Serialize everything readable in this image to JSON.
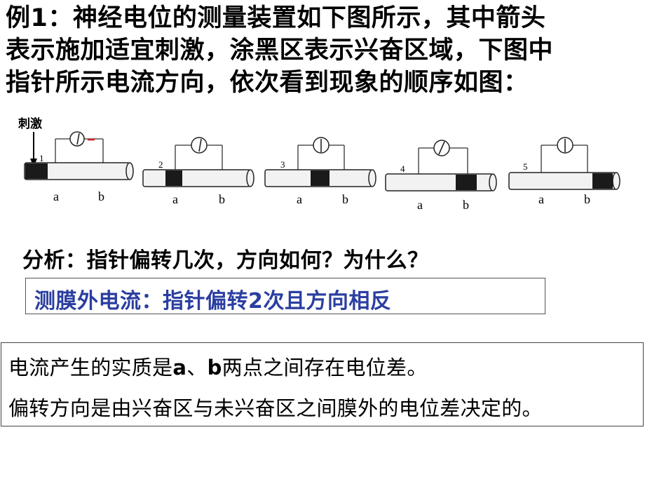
{
  "title": {
    "line1": "例1：神经电位的测量装置如下图所示，其中箭头",
    "line2": "表示施加适宜刺激，涂黑区表示兴奋区域，下图中",
    "line3": "指针所示电流方向，依次看到现象的顺序如图："
  },
  "figure": {
    "stimulus_label": "刺激",
    "panels": [
      {
        "number": "1",
        "point_a": "a",
        "point_b": "b",
        "black_region": "left-end",
        "needle": "deflect-right"
      },
      {
        "number": "2",
        "point_a": "a",
        "point_b": "b",
        "black_region": "at-a",
        "needle": "deflect-right"
      },
      {
        "number": "3",
        "point_a": "a",
        "point_b": "b",
        "black_region": "between-a-b",
        "needle": "center"
      },
      {
        "number": "4",
        "point_a": "a",
        "point_b": "b",
        "black_region": "at-b",
        "needle": "deflect-right"
      },
      {
        "number": "5",
        "point_a": "a",
        "point_b": "b",
        "black_region": "right-of-b",
        "needle": "center"
      }
    ]
  },
  "analysis": {
    "question": "分析：指针偏转几次，方向如何？为什么？",
    "answer": "测膜外电流：指针偏转2次且方向相反"
  },
  "explanation": {
    "line1_pre": "电流产生的实质是",
    "line1_a": "a",
    "line1_sep": "、",
    "line1_b": "b",
    "line1_post": "两点之间存在电位差。",
    "line2": "偏转方向是由兴奋区与未兴奋区之间膜外的电位差决定的。"
  },
  "colors": {
    "answer_text": "#2b3ea0",
    "excited_region": "#1a1a1a",
    "nerve_fill": "#f2f2f2",
    "marker_red": "#d02020"
  }
}
